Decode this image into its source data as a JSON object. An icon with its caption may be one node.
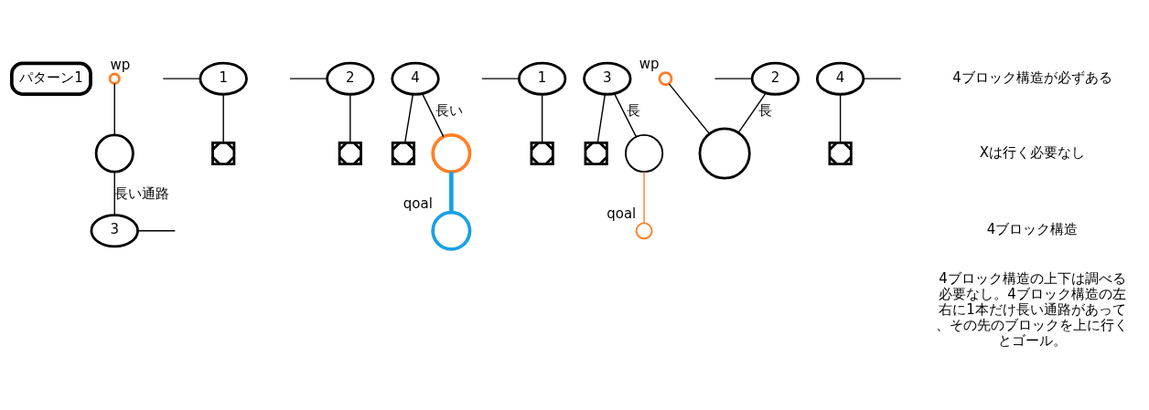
{
  "diagram": {
    "nodes": [
      {
        "text": [
          "パターン1"
        ]
      },
      {
        "text": [],
        "shape": "circle",
        "beside": [
          "wp"
        ]
      },
      {
        "text": [],
        "shape": "circle"
      },
      {
        "text": [
          "1"
        ]
      },
      {
        "text": [],
        "shape": "cross"
      },
      {
        "text": [
          "3"
        ]
      },
      {
        "text": [
          "2"
        ]
      },
      {
        "text": [],
        "shape": "cross"
      },
      {
        "text": [
          "4"
        ]
      },
      {
        "text": [],
        "shape": "cross"
      },
      {
        "text": [],
        "shape": "circle"
      },
      {
        "text": [],
        "shape": "circle",
        "beside": [
          "qoal"
        ]
      },
      {
        "text": [],
        "shape": "cross"
      },
      {
        "text": [
          "1"
        ]
      },
      {
        "text": [],
        "shape": "cross"
      },
      {
        "text": [
          "3"
        ]
      },
      {
        "text": [],
        "shape": "circle",
        "beside": [
          "qoal"
        ]
      },
      {
        "text": [],
        "shape": "circle"
      },
      {
        "text": [
          "2"
        ]
      },
      {
        "text": [
          "4"
        ]
      },
      {
        "text": [],
        "shape": "cross"
      },
      {
        "text": [],
        "shape": "circle",
        "beside": [
          "wp"
        ]
      },
      {
        "text": [],
        "shape": "circle"
      }
    ],
    "edges": [
      {
        "from": 1,
        "to": 2,
        "arrow": "none"
      },
      {
        "from": 2,
        "to": 5,
        "arrow": "none",
        "label": "長い通路"
      },
      {
        "from": 3,
        "to": 4,
        "arrow": "none"
      },
      {
        "from": null,
        "to": 3,
        "arrow": "none"
      },
      {
        "from": 5,
        "to": null,
        "arrow": "none"
      },
      {
        "from": null,
        "to": 6,
        "arrow": "none"
      },
      {
        "from": 6,
        "to": 7,
        "arrow": "none"
      },
      {
        "from": 8,
        "to": 9,
        "arrow": "none"
      },
      {
        "from": 8,
        "to": 10,
        "arrow": "none",
        "label": "長い"
      },
      {
        "from": 10,
        "to": 11,
        "arrow": "none",
        "style": "thick",
        "color": "#1ba1e2"
      },
      {
        "from": 13,
        "to": 12,
        "arrow": "none"
      },
      {
        "from": null,
        "to": 13,
        "arrow": "none"
      },
      {
        "from": 15,
        "to": 14,
        "arrow": "none"
      },
      {
        "from": 15,
        "to": 17,
        "arrow": "none",
        "label": "長"
      },
      {
        "from": 17,
        "to": 16,
        "arrow": "none",
        "color": "#ff7f27"
      },
      {
        "from": null,
        "to": 18,
        "arrow": "none"
      },
      {
        "from": 18,
        "to": 22,
        "arrow": "none",
        "label": "長"
      },
      {
        "from": 19,
        "to": null,
        "arrow": "none"
      },
      {
        "from": 19,
        "to": 20,
        "arrow": "none"
      },
      {
        "from": 21,
        "to": 22,
        "arrow": "none"
      }
    ],
    "labels": [
      "4ブロック構造が必ずある",
      "Xは行く必要なし",
      "4ブロック構造",
      "4ブロック構造の上下は調べる必要なし。4ブロック構造の左右に1本だけ長い通路があって、その先のブロックを上に行くとゴール。"
    ]
  }
}
